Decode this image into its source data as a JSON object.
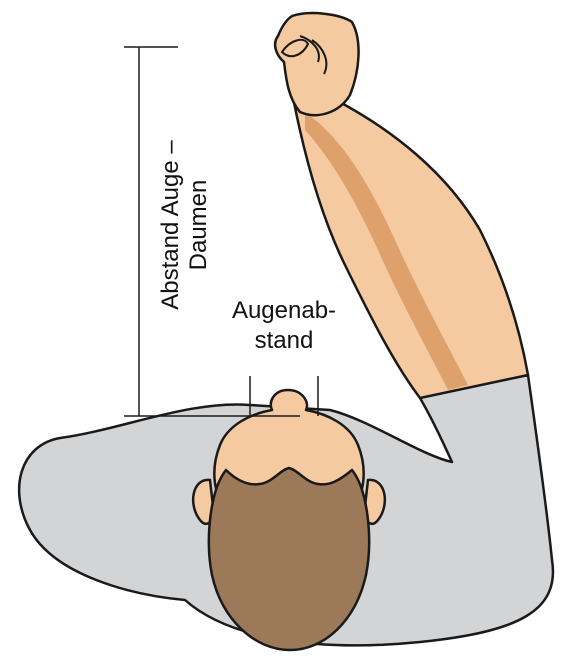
{
  "labels": {
    "eye_thumb_line1": "Abstand Auge –",
    "eye_thumb_line2": "Daumen",
    "eye_dist_line1": "Augenab-",
    "eye_dist_line2": "stand"
  },
  "colors": {
    "shirt": "#d3d4d6",
    "skin": "#f6caa0",
    "skin_shadow": "#dfa16c",
    "hair": "#9c7a59",
    "outline": "#1a1a1a"
  }
}
